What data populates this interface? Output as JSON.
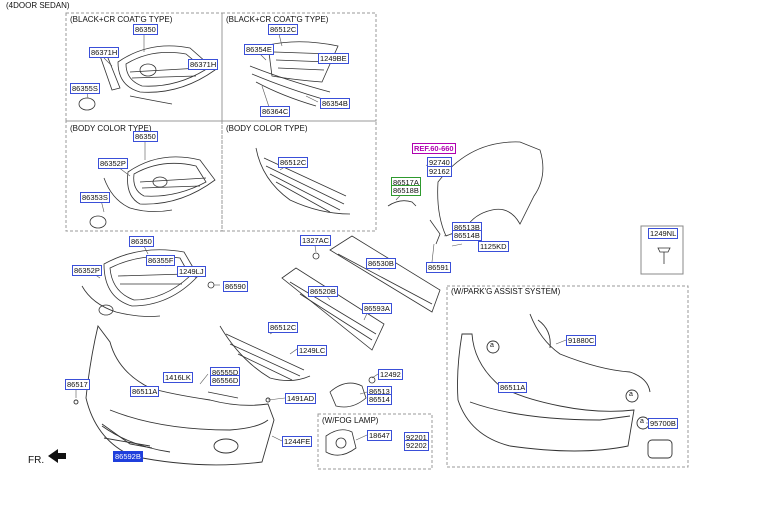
{
  "header": {
    "title": "(4DOOR SEDAN)"
  },
  "panels": {
    "p1": "(BLACK+CR COAT'G TYPE)",
    "p2": "(BLACK+CR COAT'G TYPE)",
    "p3": "(BODY COLOR TYPE)",
    "p4": "(BODY COLOR TYPE)",
    "park": "(W/PARK'G ASSIST SYSTEM)",
    "fog": "(W/FOG LAMP)"
  },
  "front_indicator": "FR.",
  "parts": {
    "a1": "86350",
    "a2": "86371H",
    "a3": "86371H",
    "a4": "86355S",
    "b1": "86512C",
    "b2": "86354E",
    "b3": "1249BE",
    "b4": "86354B",
    "b5": "86364C",
    "c1": "86350",
    "c2": "86352P",
    "c3": "86353S",
    "d1": "86512C",
    "ref": "REF.60-660",
    "e1": "92740",
    "e2": "92162",
    "e3": "86517A",
    "e4": "86518B",
    "e5": "86513B",
    "e6": "86514B",
    "e7": "1125KD",
    "e8": "86591",
    "legend": "1249NL",
    "f1": "86350",
    "f2": "86352P",
    "f3": "86355F",
    "f4": "1249LJ",
    "f5": "86590",
    "g1": "1327AC",
    "g2": "86530B",
    "g3": "86520B",
    "g4": "86593A",
    "h1": "86512C",
    "h2": "1249LC",
    "h3": "86555D",
    "h4": "86556D",
    "h5": "1416LK",
    "h6": "86517",
    "h7": "86511A",
    "h8": "1491AD",
    "h9": "1244FE",
    "h10": "86592B",
    "i1": "12492",
    "i2": "86513",
    "i3": "86514",
    "j1": "18647",
    "j2": "92201",
    "j3": "92202",
    "k1": "91880C",
    "k2": "86511A",
    "k3": "95700B"
  }
}
